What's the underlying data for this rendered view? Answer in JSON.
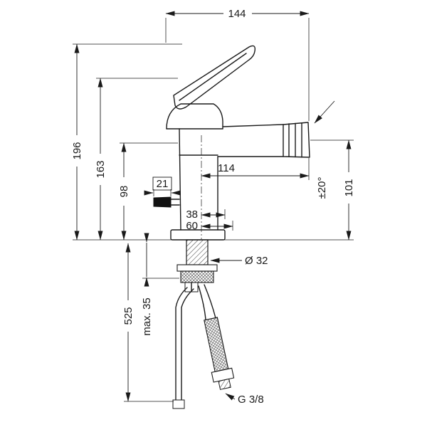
{
  "drawing": {
    "subject": "single-lever bidet mixer faucet, side elevation with dimensions",
    "line_color": "#1a1a1a",
    "dimensions": {
      "top_width": "144",
      "total_height": "196",
      "spout_height": "163",
      "body_height": "98",
      "handle_detail": "21",
      "spout_reach": "114",
      "offset_a": "38",
      "offset_b": "60",
      "swivel_angle": "±20°",
      "outlet_height": "101",
      "shank_diameter": "Ø 32",
      "hose_length": "525",
      "max_mounting_thickness": "max. 35",
      "connection_thread": "G 3/8"
    }
  }
}
